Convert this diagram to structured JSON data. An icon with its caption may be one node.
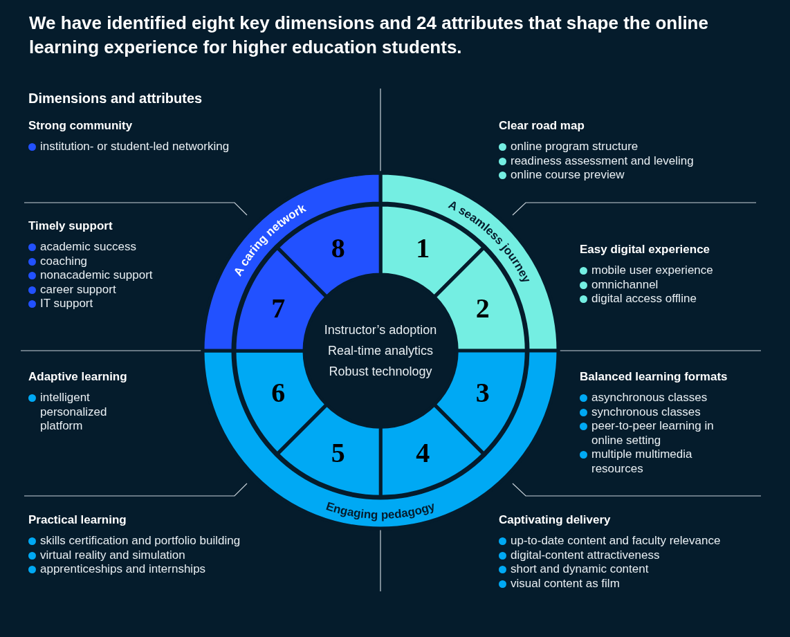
{
  "diagram": {
    "title": "We have identified eight key dimensions and 24 attributes that shape the online learning experience for higher education students.",
    "nodes": [
      {
        "text": [
          "Instructor’s adoption",
          "Real-time analytics",
          "Robust technology"
        ]
      },
      {
        "text": [
          "1"
        ]
      },
      {
        "text": [
          "2"
        ]
      },
      {
        "text": [
          "3"
        ]
      },
      {
        "text": [
          "4"
        ]
      },
      {
        "text": [
          "5"
        ]
      },
      {
        "text": [
          "6"
        ]
      },
      {
        "text": [
          "7"
        ]
      },
      {
        "text": [
          "8"
        ]
      },
      {
        "text": [
          "A seamless journey"
        ]
      },
      {
        "text": [
          "Engaging pedagogy"
        ]
      },
      {
        "text": [
          "A caring network"
        ]
      }
    ],
    "labels": [
      "Dimensions and attributes",
      "Strong community",
      "institution- or student-led networking",
      "Clear road map",
      "online program structure",
      "readiness assessment and leveling",
      "online course preview",
      "Timely support",
      "academic success",
      "coaching",
      "nonacademic support",
      "career support",
      "IT support",
      "Easy digital experience",
      "mobile user experience",
      "omnichannel",
      "digital access offline",
      "Adaptive learning",
      "intelligent personalized platform",
      "Balanced learning formats",
      "asynchronous classes",
      "synchronous classes",
      "peer-to-peer learning in online setting",
      "multiple multimedia resources",
      "Practical learning",
      "skills certification and portfolio building",
      "virtual reality and simulation",
      "apprenticeships and internships",
      "Captivating delivery",
      "up-to-date content and faculty relevance",
      "digital-content attractiveness",
      "short and dynamic content",
      "visual content as film"
    ]
  }
}
